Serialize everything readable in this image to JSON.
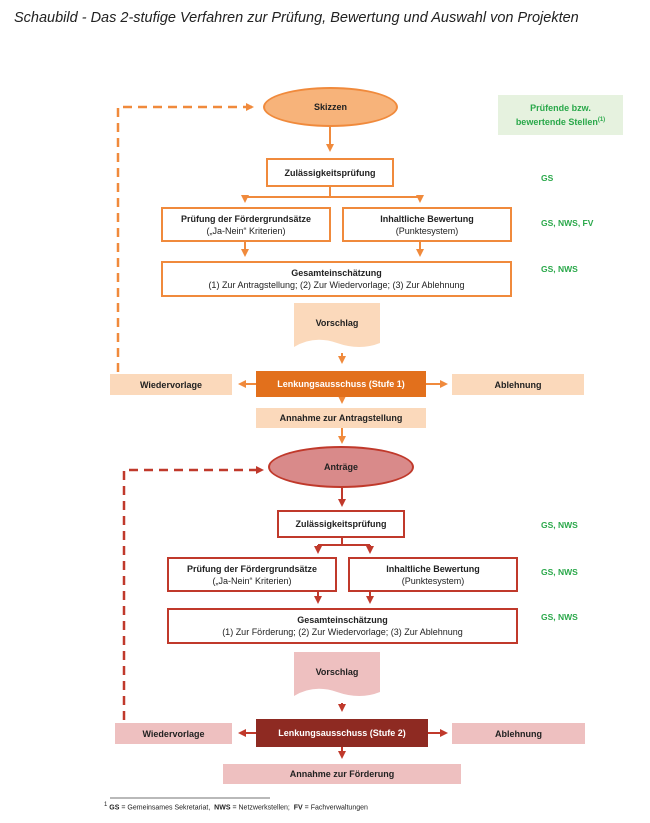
{
  "title": "Schaubild - Das 2-stufige Verfahren zur Prüfung, Bewertung und Auswahl von Projekten",
  "legend": {
    "line1": "Prüfende bzw.",
    "line2": "bewertende Stellen",
    "sup": "(1)"
  },
  "stage1": {
    "start": "Skizzen",
    "admissibility": "Zulässigkeitsprüfung",
    "principles_title": "Prüfung der Fördergrundsätze",
    "principles_sub": "(„Ja-Nein“ Kriterien)",
    "content_title": "Inhaltliche Bewertung",
    "content_sub": "(Punktesystem)",
    "overall_title": "Gesamteinschätzung",
    "overall_sub": "(1) Zur Antragstellung;   (2) Zur Wiedervorlage;   (3) Zur Ablehnung",
    "proposal": "Vorschlag",
    "committee": "Lenkungsausschuss (Stufe 1)",
    "resubmission": "Wiedervorlage",
    "rejection": "Ablehnung",
    "acceptance": "Annahme zur Antragstellung",
    "notes": {
      "admissibility": "GS",
      "evaluation": "GS, NWS, FV",
      "overall": "GS, NWS"
    }
  },
  "stage2": {
    "start": "Anträge",
    "admissibility": "Zulässigkeitsprüfung",
    "principles_title": "Prüfung der Fördergrundsätze",
    "principles_sub": "(„Ja-Nein“ Kriterien)",
    "content_title": "Inhaltliche Bewertung",
    "content_sub": "(Punktesystem)",
    "overall_title": "Gesamteinschätzung",
    "overall_sub": "(1) Zur Förderung;   (2) Zur Wiedervorlage;   (3) Zur Ablehnung",
    "proposal": "Vorschlag",
    "committee": "Lenkungsausschuss (Stufe 2)",
    "resubmission": "Wiedervorlage",
    "rejection": "Ablehnung",
    "acceptance": "Annahme zur Förderung",
    "notes": {
      "admissibility": "GS, NWS",
      "evaluation": "GS, NWS",
      "overall": "GS, NWS"
    }
  },
  "footnote": {
    "marker": "1",
    "gs_abbr": "GS",
    "gs_text": "= Gemeinsames Sekretariat,",
    "nws_abbr": "NWS",
    "nws_text": "= Netzwerkstellen;",
    "fv_abbr": "FV",
    "fv_text": "= Fachverwaltungen"
  },
  "colors": {
    "orange_border": "#f08a3c",
    "orange_fill": "#f7b37a",
    "orange_dark": "#e2701c",
    "orange_light": "#fbd9bb",
    "red_border": "#c0392b",
    "red_fill": "#d98a8a",
    "red_dark": "#8e2a22",
    "red_light": "#eec0c0",
    "green": "#2aa84a",
    "green_bg": "#e6f2df"
  }
}
